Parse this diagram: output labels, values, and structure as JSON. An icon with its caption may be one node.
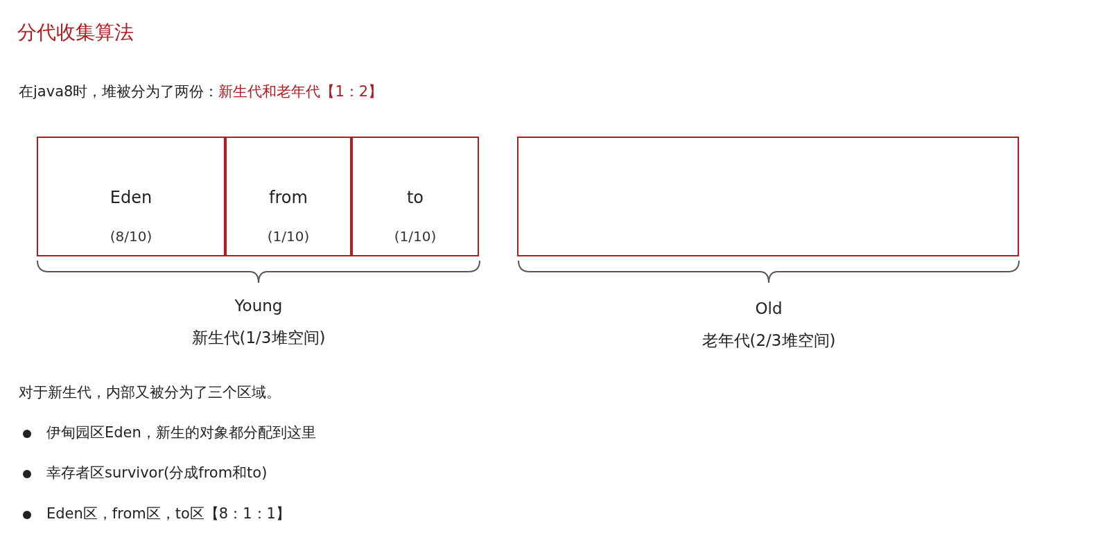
{
  "diagram": {
    "title": "分代收集算法",
    "nodes": [
      {
        "text": [
          "Eden",
          "(8/10)"
        ]
      },
      {
        "text": [
          "from",
          "(1/10)"
        ]
      },
      {
        "text": [
          "to",
          "(1/10)"
        ]
      },
      {
        "text": [],
        "shape": "box"
      }
    ],
    "edges": [],
    "labels": [
      "在java8时，堆被分为了两份：**新生代和老年代【1：2】**",
      "Young",
      "新生代(1/3堆空间)",
      "Old",
      "老年代(2/3堆空间)",
      "对于新生代，内部又被分为了三个区域。",
      "伊甸园区Eden，新生的对象都分配到这里",
      "幸存者区survivor(分成from和to)",
      "Eden区，from区，to区【8：1：1】"
    ]
  }
}
